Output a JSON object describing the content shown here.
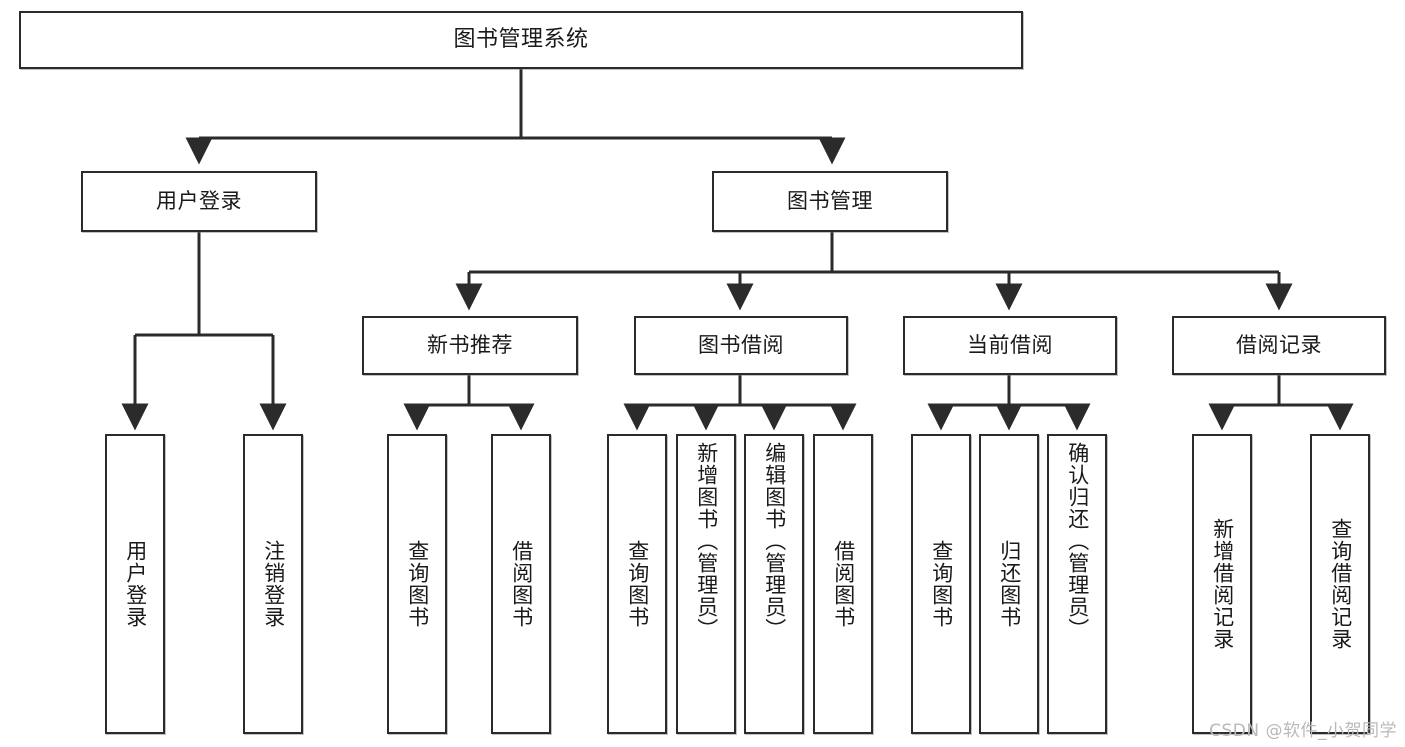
{
  "diagram": {
    "type": "tree",
    "title": "图书管理系统",
    "watermark": "CSDN @软件_小贺同学",
    "colors": {
      "stroke": "#2b2b2b",
      "fill": "#ffffff",
      "text": "#1a1a1a",
      "watermark": "#b9b9b9"
    },
    "nodes": {
      "root": {
        "label": "图书管理系统"
      },
      "level1": [
        {
          "id": "user-login",
          "label": "用户登录"
        },
        {
          "id": "book-manage",
          "label": "图书管理"
        }
      ],
      "level2": [
        {
          "id": "new-book-rec",
          "label": "新书推荐"
        },
        {
          "id": "book-borrow",
          "label": "图书借阅"
        },
        {
          "id": "current-borrow",
          "label": "当前借阅"
        },
        {
          "id": "borrow-record",
          "label": "借阅记录"
        }
      ],
      "leaves": {
        "user_login": [
          {
            "id": "leaf-user-login",
            "label": "用户登录"
          },
          {
            "id": "leaf-logout",
            "label": "注销登录"
          }
        ],
        "new_book_rec": [
          {
            "id": "leaf-query-book-1",
            "label": "查询图书"
          },
          {
            "id": "leaf-borrow-book-1",
            "label": "借阅图书"
          }
        ],
        "book_borrow": [
          {
            "id": "leaf-query-book-2",
            "label": "查询图书"
          },
          {
            "id": "leaf-add-book",
            "label": "新增图书（管理员）"
          },
          {
            "id": "leaf-edit-book",
            "label": "编辑图书（管理员）"
          },
          {
            "id": "leaf-borrow-book-2",
            "label": "借阅图书"
          }
        ],
        "current_borrow": [
          {
            "id": "leaf-query-book-3",
            "label": "查询图书"
          },
          {
            "id": "leaf-return-book",
            "label": "归还图书"
          },
          {
            "id": "leaf-confirm-return",
            "label": "确认归还（管理员）"
          }
        ],
        "borrow_record": [
          {
            "id": "leaf-add-record",
            "label": "新增借阅记录"
          },
          {
            "id": "leaf-query-record",
            "label": "查询借阅记录"
          }
        ]
      }
    }
  }
}
